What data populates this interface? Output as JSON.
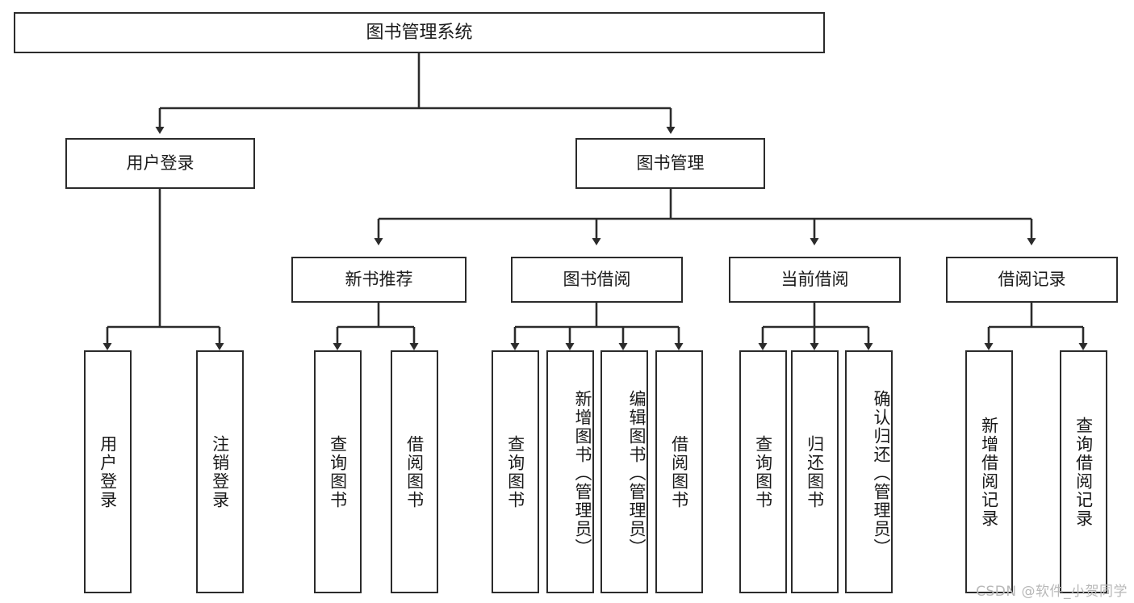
{
  "diagram": {
    "title": "图书管理系统",
    "type": "tree-hierarchy-chart",
    "watermark": "CSDN @软件_小贺同学",
    "colors": {
      "box_border": "#2b2b2b",
      "box_fill": "#ffffff",
      "edge": "#2b2b2b",
      "text": "#1a1a1a",
      "watermark": "#b8b8b8"
    }
  },
  "nodes": {
    "root": {
      "label": "图书管理系统"
    },
    "level2": [
      {
        "id": "user-login",
        "label": "用户登录"
      },
      {
        "id": "book-manage",
        "label": "图书管理"
      }
    ],
    "level3": [
      {
        "id": "new-book-recommend",
        "label": "新书推荐"
      },
      {
        "id": "book-borrow",
        "label": "图书借阅"
      },
      {
        "id": "current-borrow",
        "label": "当前借阅"
      },
      {
        "id": "borrow-record",
        "label": "借阅记录"
      }
    ],
    "leaves": {
      "user-login": [
        {
          "id": "leaf-user-login",
          "label": "用户登录"
        },
        {
          "id": "leaf-user-logout",
          "label": "注销登录"
        }
      ],
      "new-book-recommend": [
        {
          "id": "leaf-query-book-1",
          "label": "查询图书"
        },
        {
          "id": "leaf-borrow-book-1",
          "label": "借阅图书"
        }
      ],
      "book-borrow": [
        {
          "id": "leaf-query-book-2",
          "label": "查询图书"
        },
        {
          "id": "leaf-add-book",
          "label": "新增图书（管理员）"
        },
        {
          "id": "leaf-edit-book",
          "label": "编辑图书（管理员）"
        },
        {
          "id": "leaf-borrow-book-2",
          "label": "借阅图书"
        }
      ],
      "current-borrow": [
        {
          "id": "leaf-query-book-3",
          "label": "查询图书"
        },
        {
          "id": "leaf-return-book",
          "label": "归还图书"
        },
        {
          "id": "leaf-confirm-return",
          "label": "确认归还（管理员）"
        }
      ],
      "borrow-record": [
        {
          "id": "leaf-add-record",
          "label": "新增借阅记录"
        },
        {
          "id": "leaf-query-record",
          "label": "查询借阅记录"
        }
      ]
    }
  }
}
